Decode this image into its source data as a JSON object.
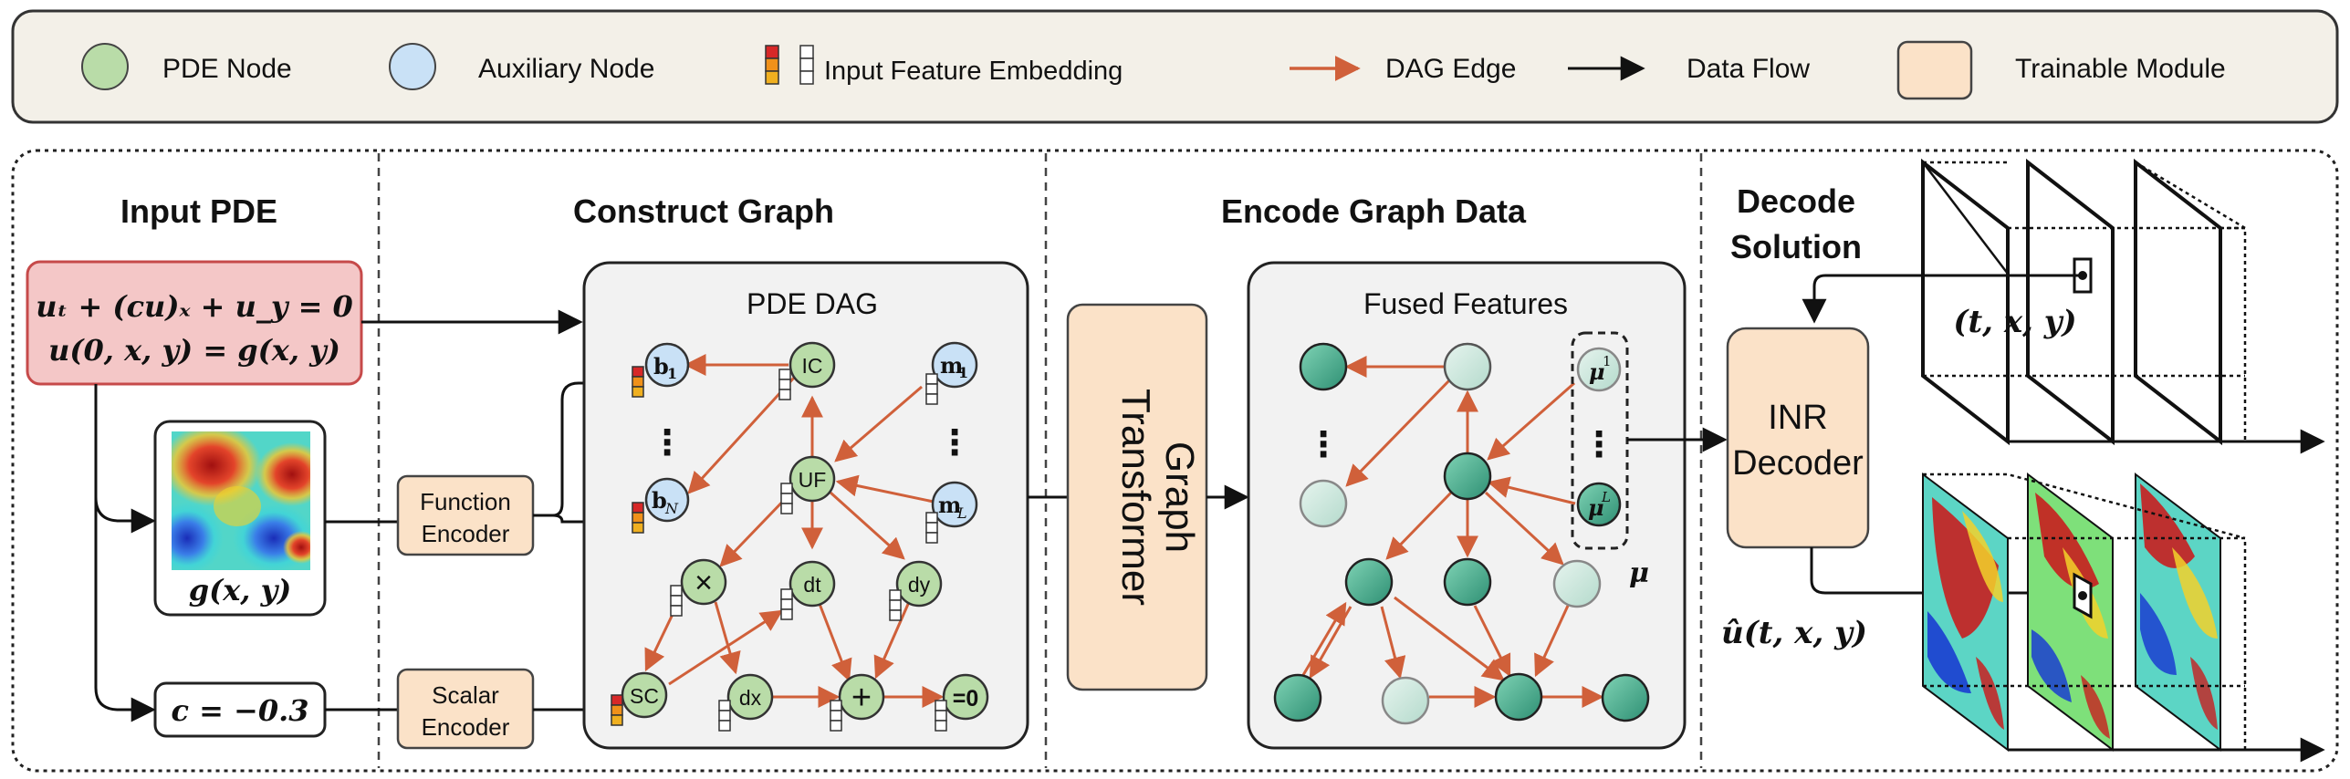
{
  "legend": {
    "pde_node": "PDE Node",
    "aux_node": "Auxiliary Node",
    "input_feature": "Input Feature Embedding",
    "dag_edge": "DAG Edge",
    "data_flow": "Data Flow",
    "trainable": "Trainable Module"
  },
  "sections": {
    "input_pde": "Input PDE",
    "construct_graph": "Construct Graph",
    "encode_graph": "Encode Graph Data",
    "decode_line1": "Decode",
    "decode_line2": "Solution"
  },
  "input": {
    "eq1": "uₜ + (cu)ₓ + u_y = 0",
    "eq2": "u(0, x, y) = g(x, y)",
    "g_label": "g(x, y)",
    "c_label": "c = −0.3"
  },
  "modules": {
    "function_encoder_1": "Function",
    "function_encoder_2": "Encoder",
    "scalar_encoder_1": "Scalar",
    "scalar_encoder_2": "Encoder",
    "graph_transformer_1": "Graph",
    "graph_transformer_2": "Transformer",
    "inr_1": "INR",
    "inr_2": "Decoder"
  },
  "dag": {
    "title": "PDE DAG",
    "b1": "b",
    "b1_sub": "1",
    "bN": "b",
    "bN_sub": "N",
    "IC": "IC",
    "m1": "m",
    "m1_sub": "1",
    "mL": "m",
    "mL_sub": "L",
    "UF": "UF",
    "times": "×",
    "dt": "dt",
    "dy": "dy",
    "SC": "SC",
    "dx": "dx",
    "plus": "+",
    "eq0": "=0",
    "vdots": "⋮"
  },
  "fused": {
    "title": "Fused Features",
    "mu1": "μ",
    "mu1_sup": "1",
    "muL": "μ",
    "muL_sup": "L",
    "mu": "μ",
    "vdots": "⋮"
  },
  "decode": {
    "coords": "(t, x, y)",
    "uhat": "û(t, x, y)"
  },
  "colors": {
    "pde_node": "#b9dca8",
    "aux_node": "#c9e1f6",
    "dag_edge": "#d0603a",
    "trainable": "#fbe2c8",
    "legend_bg": "#f3f0e8",
    "input_pde_bg": "#f4c7c7",
    "input_pde_border": "#c64a4a",
    "fused_dark": "#3c9e83",
    "fused_light": "#c6e4d9"
  }
}
